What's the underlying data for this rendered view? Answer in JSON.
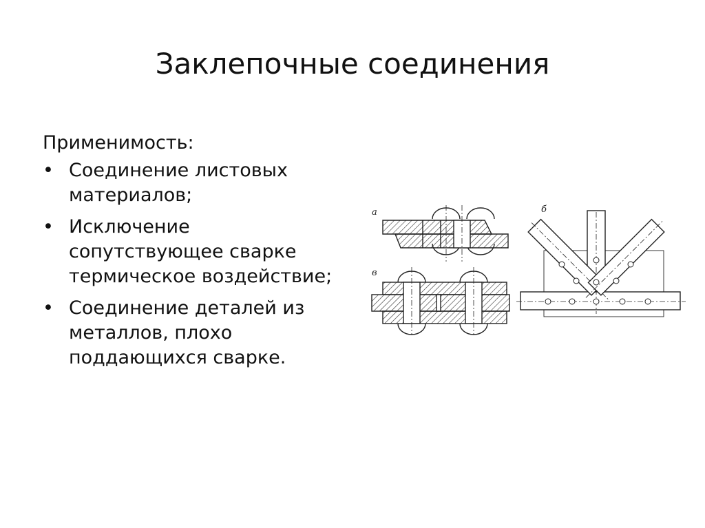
{
  "slide": {
    "title": "Заклепочные соединения",
    "lead": "Применимость:",
    "bullets": [
      {
        "symbol": "•",
        "text": "Соединение листовых материалов;"
      },
      {
        "symbol": "•",
        "text": "Исключение сопутствующее сварке термическое воздействие;"
      },
      {
        "symbol": "•",
        "text": "Соединение деталей из металлов, плохо поддающихся сварке."
      }
    ]
  },
  "figure": {
    "labels": {
      "a": "а",
      "b": "б",
      "v": "в"
    }
  }
}
